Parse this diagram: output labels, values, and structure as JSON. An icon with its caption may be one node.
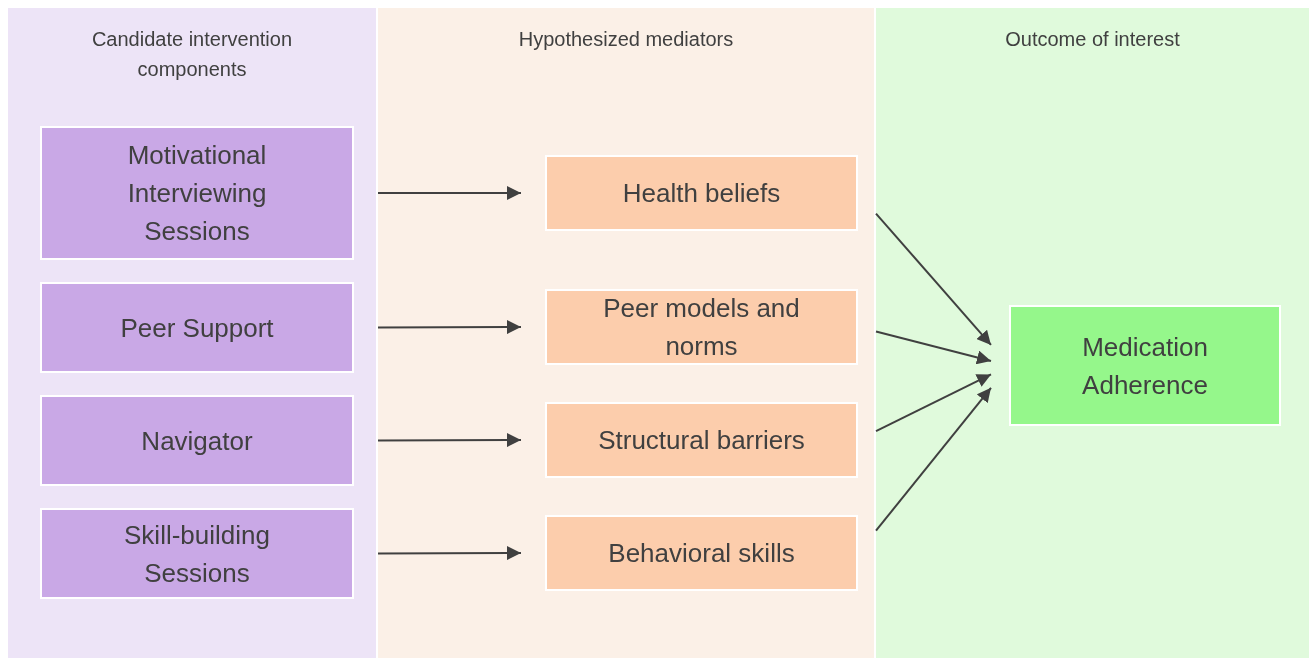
{
  "diagram": {
    "nodes": [
      {
        "text": [
          "Candidate intervention components"
        ]
      },
      {
        "text": [
          "Hypothesized mediators"
        ]
      },
      {
        "text": [
          "Outcome of interest"
        ]
      },
      {
        "text": [
          "Motivational Interviewing Sessions"
        ],
        "in": 0
      },
      {
        "text": [
          "Peer Support"
        ],
        "in": 0
      },
      {
        "text": [
          "Navigator"
        ],
        "in": 0
      },
      {
        "text": [
          "Skill-building Sessions"
        ],
        "in": 0
      },
      {
        "text": [
          "Health beliefs"
        ],
        "in": 1
      },
      {
        "text": [
          "Peer models and norms"
        ],
        "in": 1
      },
      {
        "text": [
          "Structural barriers"
        ],
        "in": 1
      },
      {
        "text": [
          "Behavioral skills"
        ],
        "in": 1
      },
      {
        "text": [
          "Medication Adherence"
        ],
        "in": 2
      }
    ],
    "edges": [
      {
        "from": 3,
        "to": 7,
        "arrow": "to"
      },
      {
        "from": 4,
        "to": 8,
        "arrow": "to"
      },
      {
        "from": 5,
        "to": 9,
        "arrow": "to"
      },
      {
        "from": 6,
        "to": 10,
        "arrow": "to"
      },
      {
        "from": 7,
        "to": 11,
        "arrow": "to"
      },
      {
        "from": 8,
        "to": 11,
        "arrow": "to"
      },
      {
        "from": 9,
        "to": 11,
        "arrow": "to"
      },
      {
        "from": 10,
        "to": 11,
        "arrow": "to"
      }
    ]
  }
}
